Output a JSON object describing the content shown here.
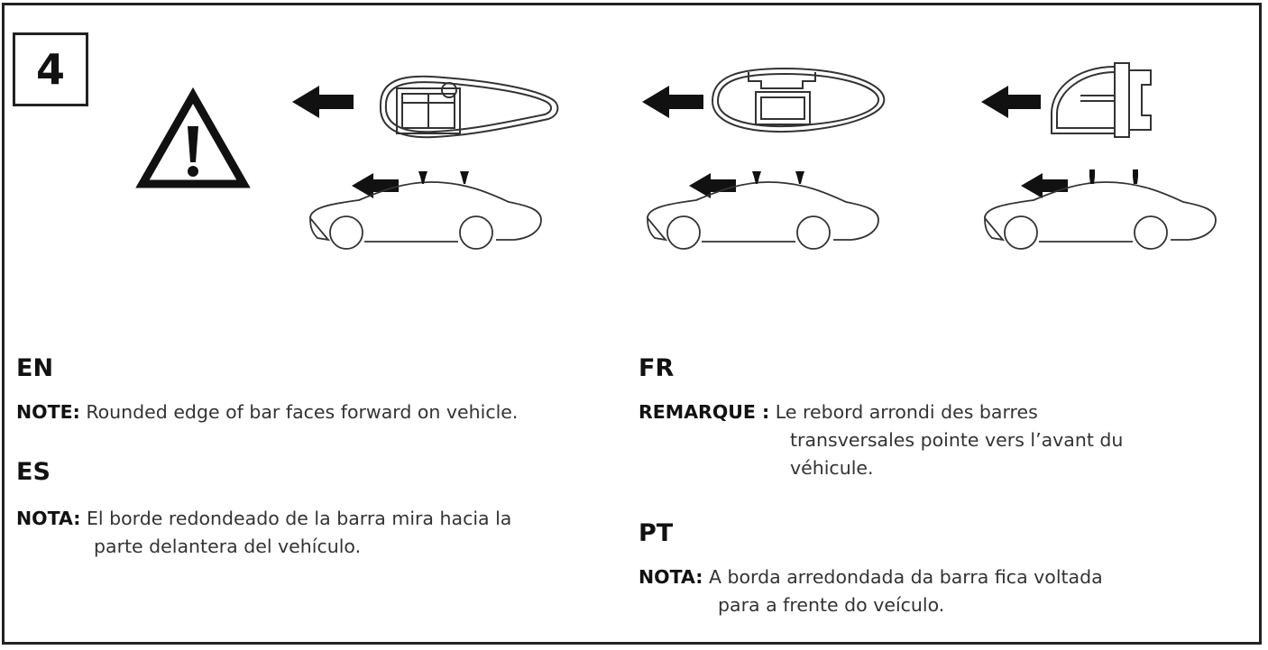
{
  "step_number": "4",
  "icons": {
    "warning": "warning-triangle-icon",
    "direction": "arrow-left-icon"
  },
  "colors": {
    "ink": "#222222",
    "background": "#ffffff"
  },
  "sections": {
    "en": {
      "code": "EN",
      "label": "NOTE:",
      "lines": [
        "Rounded edge of bar faces forward on vehicle."
      ]
    },
    "es": {
      "code": "ES",
      "label": "NOTA:",
      "lines": [
        "El borde redondeado de la barra mira hacia la",
        "parte delantera del vehículo."
      ]
    },
    "fr": {
      "code": "FR",
      "label": "REMARQUE :",
      "lines": [
        "Le rebord arrondi des barres",
        "transversales pointe vers l’avant du",
        "véhicule."
      ]
    },
    "pt": {
      "code": "PT",
      "label": "NOTA:",
      "lines": [
        "A borda arredondada da barra fica voltada",
        "para a frente do veículo."
      ]
    }
  }
}
